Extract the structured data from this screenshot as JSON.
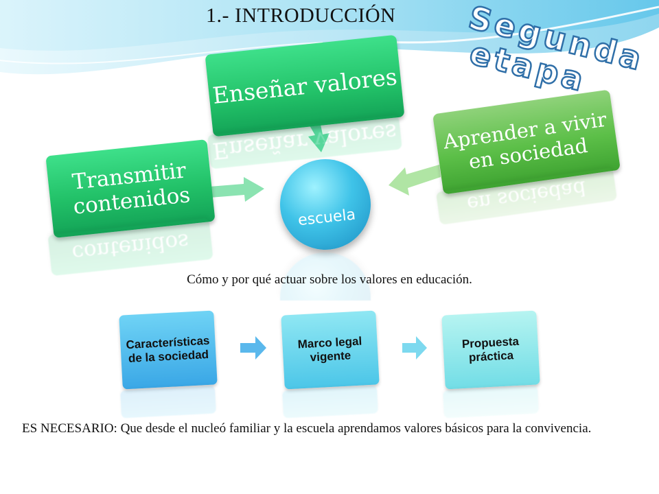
{
  "slide": {
    "title": "1.- INTRODUCCIÓN",
    "stamp_line1": "Segunda",
    "stamp_line2": "etapa",
    "caption": "Cómo y por qué actuar sobre los valores en educación.",
    "footer": "ES NECESARIO: Que desde  el nucleó familiar y la escuela aprendamos valores básicos para la convivencia."
  },
  "diagram": {
    "center": "escuela",
    "nodes": {
      "left_line1": "Transmitir",
      "left_line2": "contenidos",
      "top": "Enseñar valores",
      "right_line1": "Aprender a vivir",
      "right_line2": "en sociedad"
    }
  },
  "process": {
    "step1_line1": "Características",
    "step1_line2": "de la sociedad",
    "step2_line1": "Marco legal",
    "step2_line2": "vigente",
    "step3_line1": "Propuesta",
    "step3_line2": "práctica"
  },
  "colors": {
    "wave_top": "#9fdff4",
    "node_green": "#22c168",
    "node_lime": "#5cbf48",
    "node_teal": "#28ce9c",
    "circle": "#3fc3e8",
    "stamp_outline": "#2f6fa8"
  }
}
